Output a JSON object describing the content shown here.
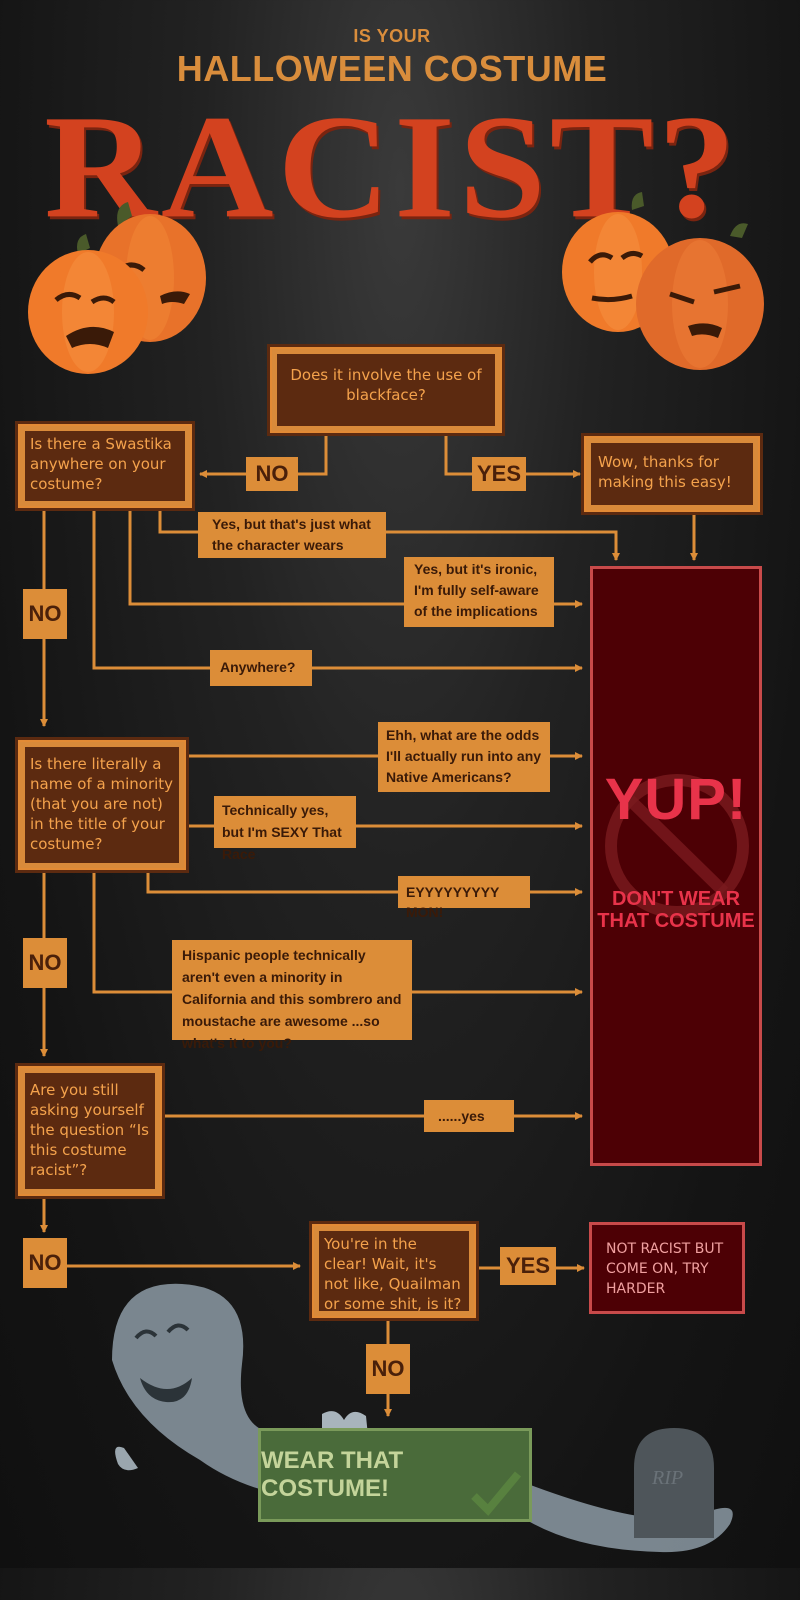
{
  "header": {
    "line1": "IS YOUR",
    "line2": "HALLOWEEN COSTUME",
    "title": "RACIST?"
  },
  "flow": {
    "q_blackface": "Does it involve the use of blackface?",
    "label_no_1": "NO",
    "label_yes_1": "YES",
    "thanks": "Wow, thanks for making this easy!",
    "q_swastika": "Is there a Swastika anywhere on your costume?",
    "a_character": "Yes, but that's just what the character wears",
    "a_ironic": "Yes, but it's ironic, I'm fully self-aware of the implications",
    "a_anywhere": "Anywhere?",
    "label_no_2": "NO",
    "q_minority": "Is there literally a name of a minority (that you are not) in the title of your costume?",
    "a_odds": "Ehh, what are the odds I'll actually run into any Native Americans?",
    "a_sexy": "Technically yes, but I'm SEXY That Race",
    "a_mon": "EYYYYYYYYY MON!",
    "label_no_3": "NO",
    "a_hispanic": "Hispanic people technically  aren't even a minority in California and this sombrero and moustache are awesome ...so what's it to you?",
    "q_asking": "Are you still asking yourself the question “Is this costume racist”?",
    "a_yes_dots": "......yes",
    "label_no_4": "NO",
    "q_clear": "You're in the clear! Wait, it's not like, Quailman or some shit, is it?",
    "label_yes_2": "YES",
    "not_racist": "NOT RACIST BUT COME ON, TRY HARDER",
    "label_no_5": "NO",
    "wear": "WEAR THAT COSTUME!"
  },
  "verdict": {
    "yup": "YUP!",
    "dont_line1": "DON'T WEAR",
    "dont_line2": "THAT COSTUME"
  },
  "decor": {
    "rip": "RIP"
  },
  "colors": {
    "background": "#141414",
    "orange": "#dc8d38",
    "question_box": "#5c2a10",
    "title_red": "#d3421f",
    "verdict_red": "#e8334a",
    "verdict_bg": "#4d0005",
    "green": "#4a6b3a"
  }
}
